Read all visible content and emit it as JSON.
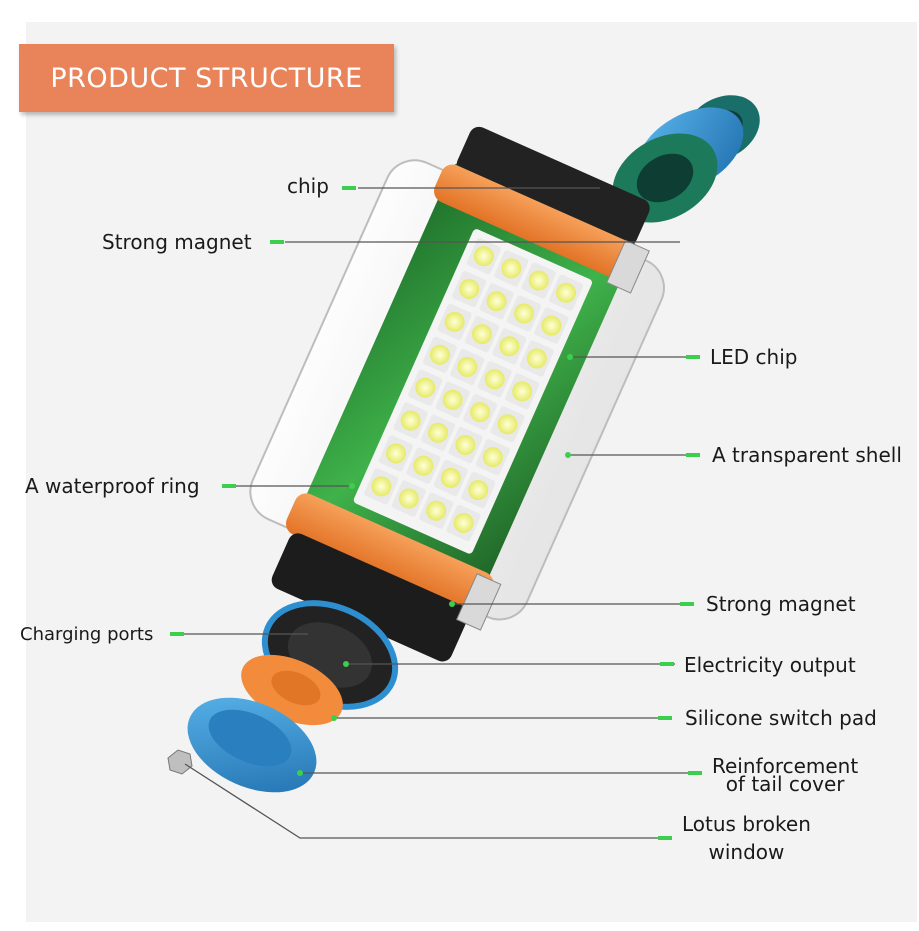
{
  "title": "PRODUCT STRUCTURE",
  "labels": {
    "chip": "chip",
    "strong_magnet_top": "Strong magnet",
    "led_chip": "LED chip",
    "transparent_shell": "A transparent shell",
    "waterproof_ring": "A waterproof ring",
    "strong_magnet_bottom": "Strong magnet",
    "charging_ports": "Charging ports",
    "electricity_output": "Electricity output",
    "silicone_switch_pad": "Silicone switch pad",
    "reinforcement_line1": "Reinforcement",
    "reinforcement_line2": "of tail cover",
    "lotus_line1": "Lotus broken",
    "lotus_line2": "window"
  },
  "colors": {
    "banner": "#e9845a",
    "orange_ring": "#f28c3c",
    "pcb_green": "#2e9a3a",
    "blue_cap": "#2e8fd0",
    "leader_line": "#555555",
    "leader_dot": "#3ccf4e"
  }
}
